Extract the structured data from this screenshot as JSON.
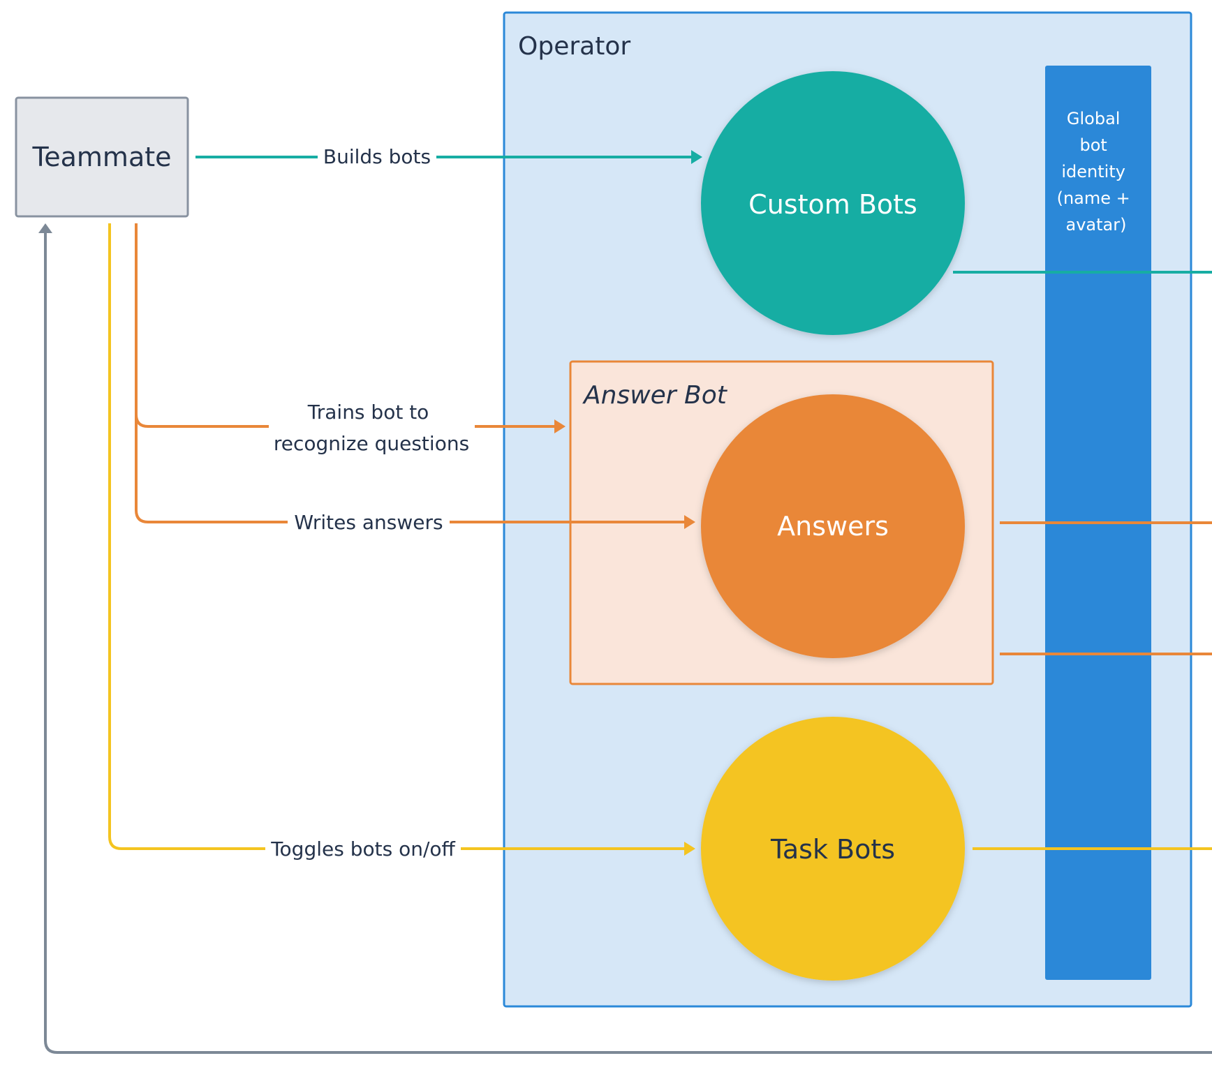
{
  "nodes": {
    "teammate": "Teammate",
    "operator": "Operator",
    "custom_bots": "Custom Bots",
    "answer_bot": "Answer Bot",
    "answers": "Answers",
    "task_bots": "Task Bots",
    "global_identity": [
      "Global",
      "bot",
      "identity",
      "(name +",
      "avatar)"
    ]
  },
  "edges": {
    "builds_bots": "Builds bots",
    "trains_line1": "Trains bot to",
    "trains_line2": "recognize questions",
    "writes_answers": "Writes answers",
    "toggles_bots": "Toggles bots on/off"
  },
  "colors": {
    "teal": "#17ada3",
    "orange": "#e98739",
    "yellow": "#f4c420",
    "blue": "#2b88d8",
    "operator_fill": "#d6e7f7",
    "answer_bot_fill": "#fae5da",
    "teammate_fill": "#e6e8ec",
    "gray": "#7c8896",
    "text": "#24324a"
  }
}
